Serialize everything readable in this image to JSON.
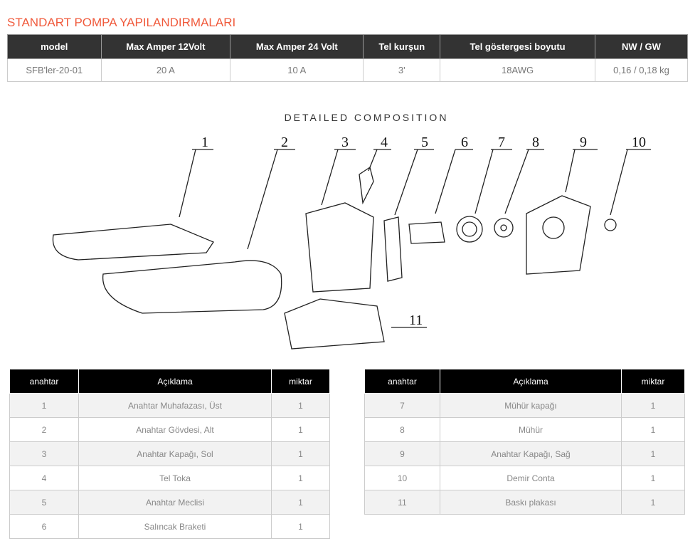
{
  "title": "STANDART POMPA YAPILANDIRMALARI",
  "spec": {
    "headers": [
      "model",
      "Max Amper 12Volt",
      "Max Amper 24 Volt",
      "Tel kurşun",
      "Tel göstergesi boyutu",
      "NW / GW"
    ],
    "row": [
      "SFB'ler-20-01",
      "20 A",
      "10 A",
      "3'",
      "18AWG",
      "0,16 / 0,18 kg"
    ]
  },
  "diagram": {
    "title": "DETAILED COMPOSITION",
    "labels": [
      "1",
      "2",
      "3",
      "4",
      "5",
      "6",
      "7",
      "8",
      "9",
      "10",
      "11"
    ]
  },
  "parts_headers": [
    "anahtar",
    "Açıklama",
    "miktar"
  ],
  "parts_left": [
    [
      "1",
      "Anahtar Muhafazası, Üst",
      "1"
    ],
    [
      "2",
      "Anahtar Gövdesi, Alt",
      "1"
    ],
    [
      "3",
      "Anahtar Kapağı, Sol",
      "1"
    ],
    [
      "4",
      "Tel Toka",
      "1"
    ],
    [
      "5",
      "Anahtar Meclisi",
      "1"
    ],
    [
      "6",
      "Salıncak Braketi",
      "1"
    ]
  ],
  "parts_right": [
    [
      "7",
      "Mühür kapağı",
      "1"
    ],
    [
      "8",
      "Mühür",
      "1"
    ],
    [
      "9",
      "Anahtar Kapağı, Sağ",
      "1"
    ],
    [
      "10",
      "Demir Conta",
      "1"
    ],
    [
      "11",
      "Baskı plakası",
      "1"
    ]
  ]
}
